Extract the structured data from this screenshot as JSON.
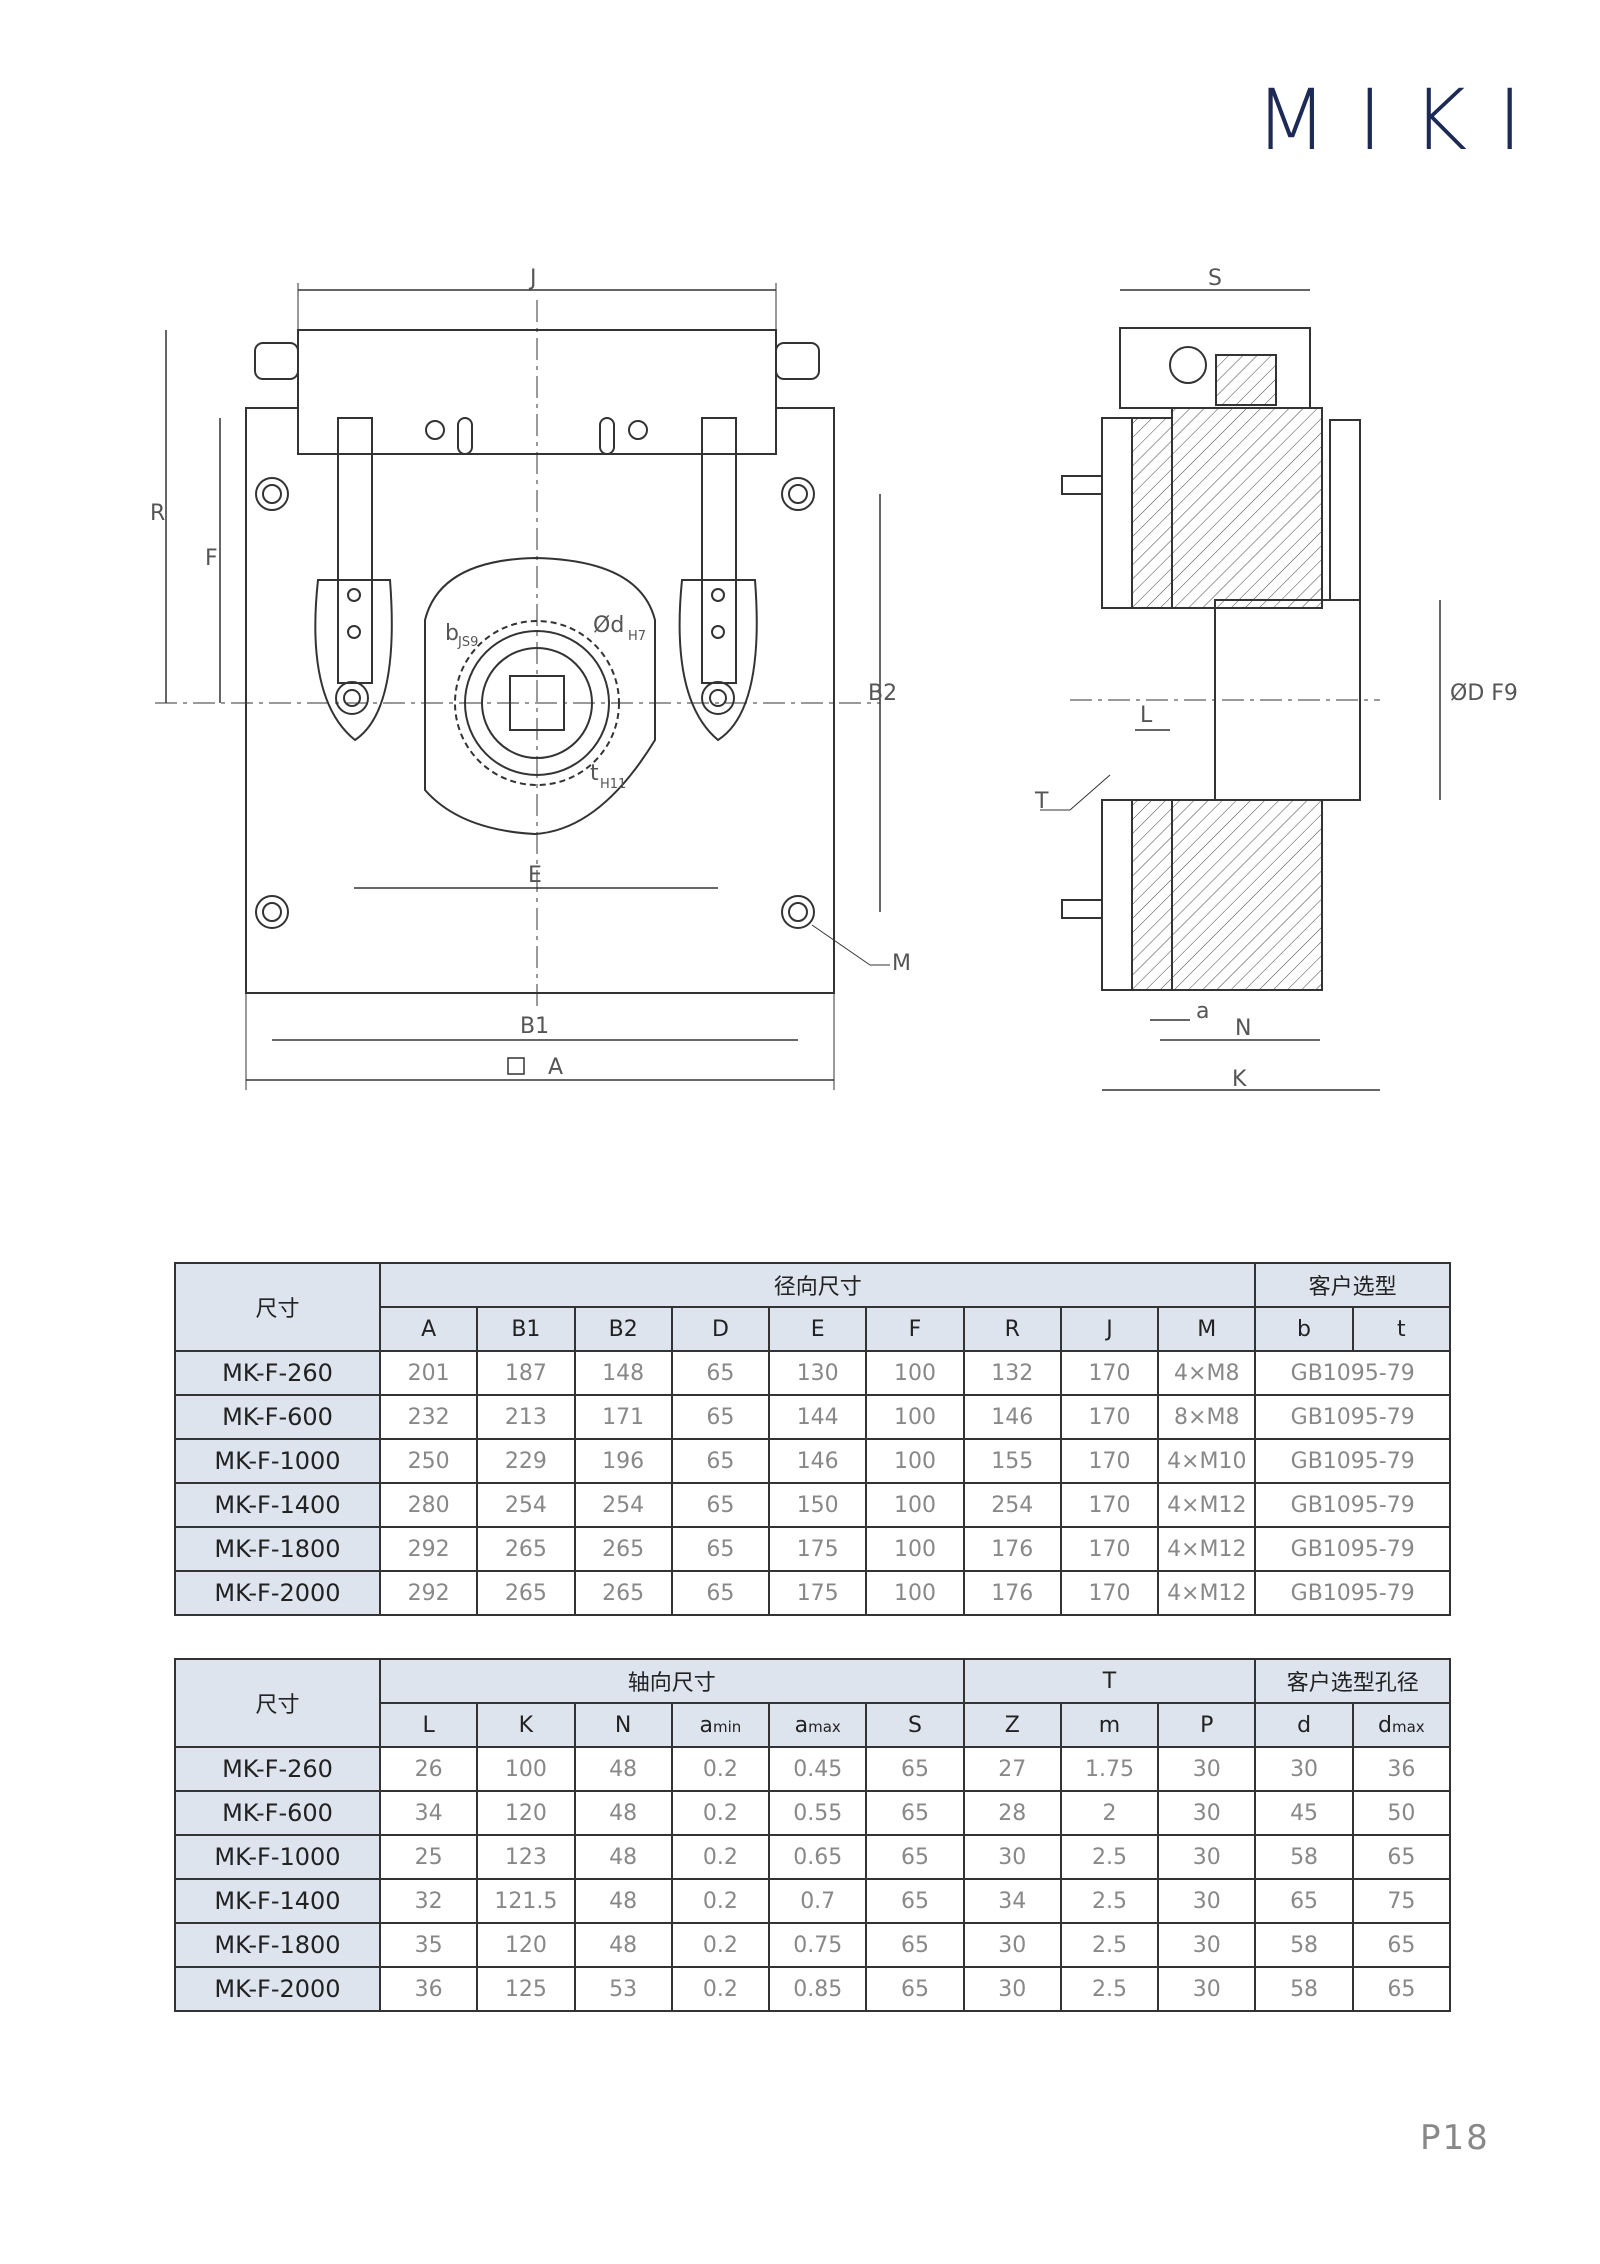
{
  "brand": "MIKI",
  "page_number": "P18",
  "drawing_labels": {
    "J": "J",
    "R": "R",
    "F": "F",
    "B2": "B2",
    "E": "E",
    "B1": "B1",
    "A": "A",
    "M": "M",
    "bjs9": "b",
    "bjs9_sub": "JS9",
    "dh7": "Ød",
    "dh7_sub": "H7",
    "th11": "t",
    "th11_sub": "H11",
    "S": "S",
    "DF9": "ØD F9",
    "L": "L",
    "T": "T",
    "a": "a",
    "N": "N",
    "K": "K"
  },
  "table1": {
    "corner": "尺寸",
    "group1": "径向尺寸",
    "group2": "客户选型",
    "columns": [
      "A",
      "B1",
      "B2",
      "D",
      "E",
      "F",
      "R",
      "J",
      "M"
    ],
    "columns2": [
      "b",
      "t"
    ],
    "rows": [
      {
        "model": "MK-F-260",
        "values": [
          "201",
          "187",
          "148",
          "65",
          "130",
          "100",
          "132",
          "170",
          "4×M8"
        ],
        "bt": "GB1095-79"
      },
      {
        "model": "MK-F-600",
        "values": [
          "232",
          "213",
          "171",
          "65",
          "144",
          "100",
          "146",
          "170",
          "8×M8"
        ],
        "bt": "GB1095-79"
      },
      {
        "model": "MK-F-1000",
        "values": [
          "250",
          "229",
          "196",
          "65",
          "146",
          "100",
          "155",
          "170",
          "4×M10"
        ],
        "bt": "GB1095-79"
      },
      {
        "model": "MK-F-1400",
        "values": [
          "280",
          "254",
          "254",
          "65",
          "150",
          "100",
          "254",
          "170",
          "4×M12"
        ],
        "bt": "GB1095-79"
      },
      {
        "model": "MK-F-1800",
        "values": [
          "292",
          "265",
          "265",
          "65",
          "175",
          "100",
          "176",
          "170",
          "4×M12"
        ],
        "bt": "GB1095-79"
      },
      {
        "model": "MK-F-2000",
        "values": [
          "292",
          "265",
          "265",
          "65",
          "175",
          "100",
          "176",
          "170",
          "4×M12"
        ],
        "bt": "GB1095-79"
      }
    ]
  },
  "table2": {
    "corner": "尺寸",
    "group1": "轴向尺寸",
    "group2": "T",
    "group3": "客户选型孔径",
    "columns": [
      "L",
      "K",
      "N",
      "a",
      "a",
      "S",
      "Z",
      "m",
      "P",
      "d",
      "d"
    ],
    "col_subs": [
      "",
      "",
      "",
      "min",
      "max",
      "",
      "",
      "",
      "",
      "",
      "max"
    ],
    "rows": [
      {
        "model": "MK-F-260",
        "values": [
          "26",
          "100",
          "48",
          "0.2",
          "0.45",
          "65",
          "27",
          "1.75",
          "30",
          "30",
          "36"
        ]
      },
      {
        "model": "MK-F-600",
        "values": [
          "34",
          "120",
          "48",
          "0.2",
          "0.55",
          "65",
          "28",
          "2",
          "30",
          "45",
          "50"
        ]
      },
      {
        "model": "MK-F-1000",
        "values": [
          "25",
          "123",
          "48",
          "0.2",
          "0.65",
          "65",
          "30",
          "2.5",
          "30",
          "58",
          "65"
        ]
      },
      {
        "model": "MK-F-1400",
        "values": [
          "32",
          "121.5",
          "48",
          "0.2",
          "0.7",
          "65",
          "34",
          "2.5",
          "30",
          "65",
          "75"
        ]
      },
      {
        "model": "MK-F-1800",
        "values": [
          "35",
          "120",
          "48",
          "0.2",
          "0.75",
          "65",
          "30",
          "2.5",
          "30",
          "58",
          "65"
        ]
      },
      {
        "model": "MK-F-2000",
        "values": [
          "36",
          "125",
          "53",
          "0.2",
          "0.85",
          "65",
          "30",
          "2.5",
          "30",
          "58",
          "65"
        ]
      }
    ]
  }
}
